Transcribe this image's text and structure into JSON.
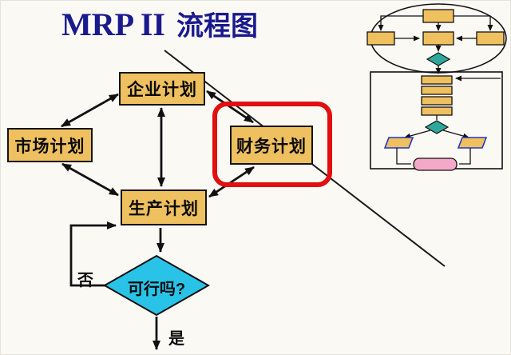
{
  "title": {
    "en": "MRP II",
    "cn": "流程图"
  },
  "flowchart": {
    "nodes": {
      "enterprise": {
        "label": "企业计划"
      },
      "market": {
        "label": "市场计划"
      },
      "finance": {
        "label": "财务计划",
        "highlighted": true
      },
      "production": {
        "label": "生产计划"
      },
      "decision": {
        "label": "可行吗?"
      }
    },
    "branch_labels": {
      "no": "否",
      "yes": "是"
    },
    "edges": [
      "market <-> enterprise",
      "enterprise <-> finance",
      "enterprise <-> production",
      "market <-> production",
      "finance <-> production",
      "production -> decision",
      "decision -no-> production (loop back)",
      "decision -yes-> exit down"
    ],
    "callout": "line from title area to magnified mini flowchart at top right"
  },
  "colors": {
    "background": "#FBF9F4",
    "box_fill": "#EFC05F",
    "box_border": "#141414",
    "diamond_fill": "#29C3E8",
    "highlight_red": "#E01010",
    "mini_diamond_fill": "#2FA89C",
    "pink_fill": "#F4A9C9",
    "para_stroke": "#2236C8",
    "title_color": "#1A1A8E"
  }
}
